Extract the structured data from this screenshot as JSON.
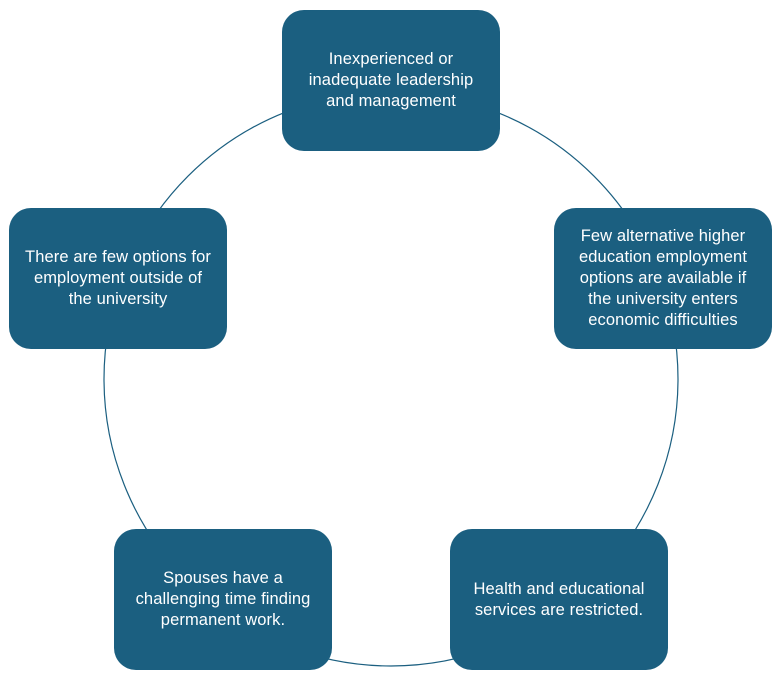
{
  "diagram": {
    "type": "cycle",
    "colors": {
      "node_fill": "#1b5f80",
      "node_text": "#ffffff",
      "connector": "#1b5f80"
    },
    "nodes": [
      {
        "id": "top",
        "text": "Inexperienced or inadequate leadership and management"
      },
      {
        "id": "right",
        "text": "Few alternative higher education employment options are available if the university enters economic difficulties"
      },
      {
        "id": "bottom-right",
        "text": "Health and educational services are restricted."
      },
      {
        "id": "bottom-left",
        "text": "Spouses have a challenging time finding permanent work."
      },
      {
        "id": "left",
        "text": "There are few options for employment outside of the university"
      }
    ]
  }
}
